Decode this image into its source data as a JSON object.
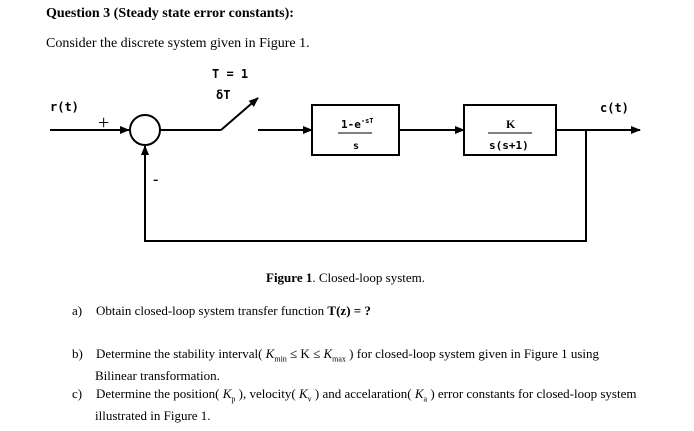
{
  "title": "Question 3 (Steady state error constants):",
  "intro": "Consider the discrete system given in Figure 1.",
  "diagram": {
    "input_label": "r(t)",
    "plus_sign": "+",
    "minus_sign": "-",
    "sample_time": "T = 1",
    "sampler_label": "δT",
    "zoh_numerator": "1-e",
    "zoh_exponent": "-sT",
    "zoh_denominator": "s",
    "plant_numerator": "K",
    "plant_denominator": "s(s+1)",
    "output_label": "c(t)"
  },
  "caption": {
    "prefix": "Figure 1",
    "text": ". Closed-loop system."
  },
  "questions": {
    "a_letter": "a)",
    "a_text": "Obtain closed-loop system transfer function ",
    "a_formula": "T(z) = ?",
    "b_letter": "b)",
    "b_text1": "Determine the stability interval( ",
    "b_kmin": "K",
    "b_kmin_sub": "min",
    "b_le1": " ≤ K ≤ ",
    "b_kmax": "K",
    "b_kmax_sub": "max",
    "b_text2": " ) for closed-loop system given in Figure 1 using",
    "b_text3": "Bilinear transformation.",
    "c_letter": "c)",
    "c_text1": "Determine the position( ",
    "c_kp": "K",
    "c_kp_sub": "p",
    "c_text2": " ), velocity( ",
    "c_kv": "K",
    "c_kv_sub": "v",
    "c_text3": " ) and accelaration( ",
    "c_ka": "K",
    "c_ka_sub": "a",
    "c_text4": " ) error constants for closed-loop system",
    "c_text5": "illustrated in Figure 1."
  }
}
